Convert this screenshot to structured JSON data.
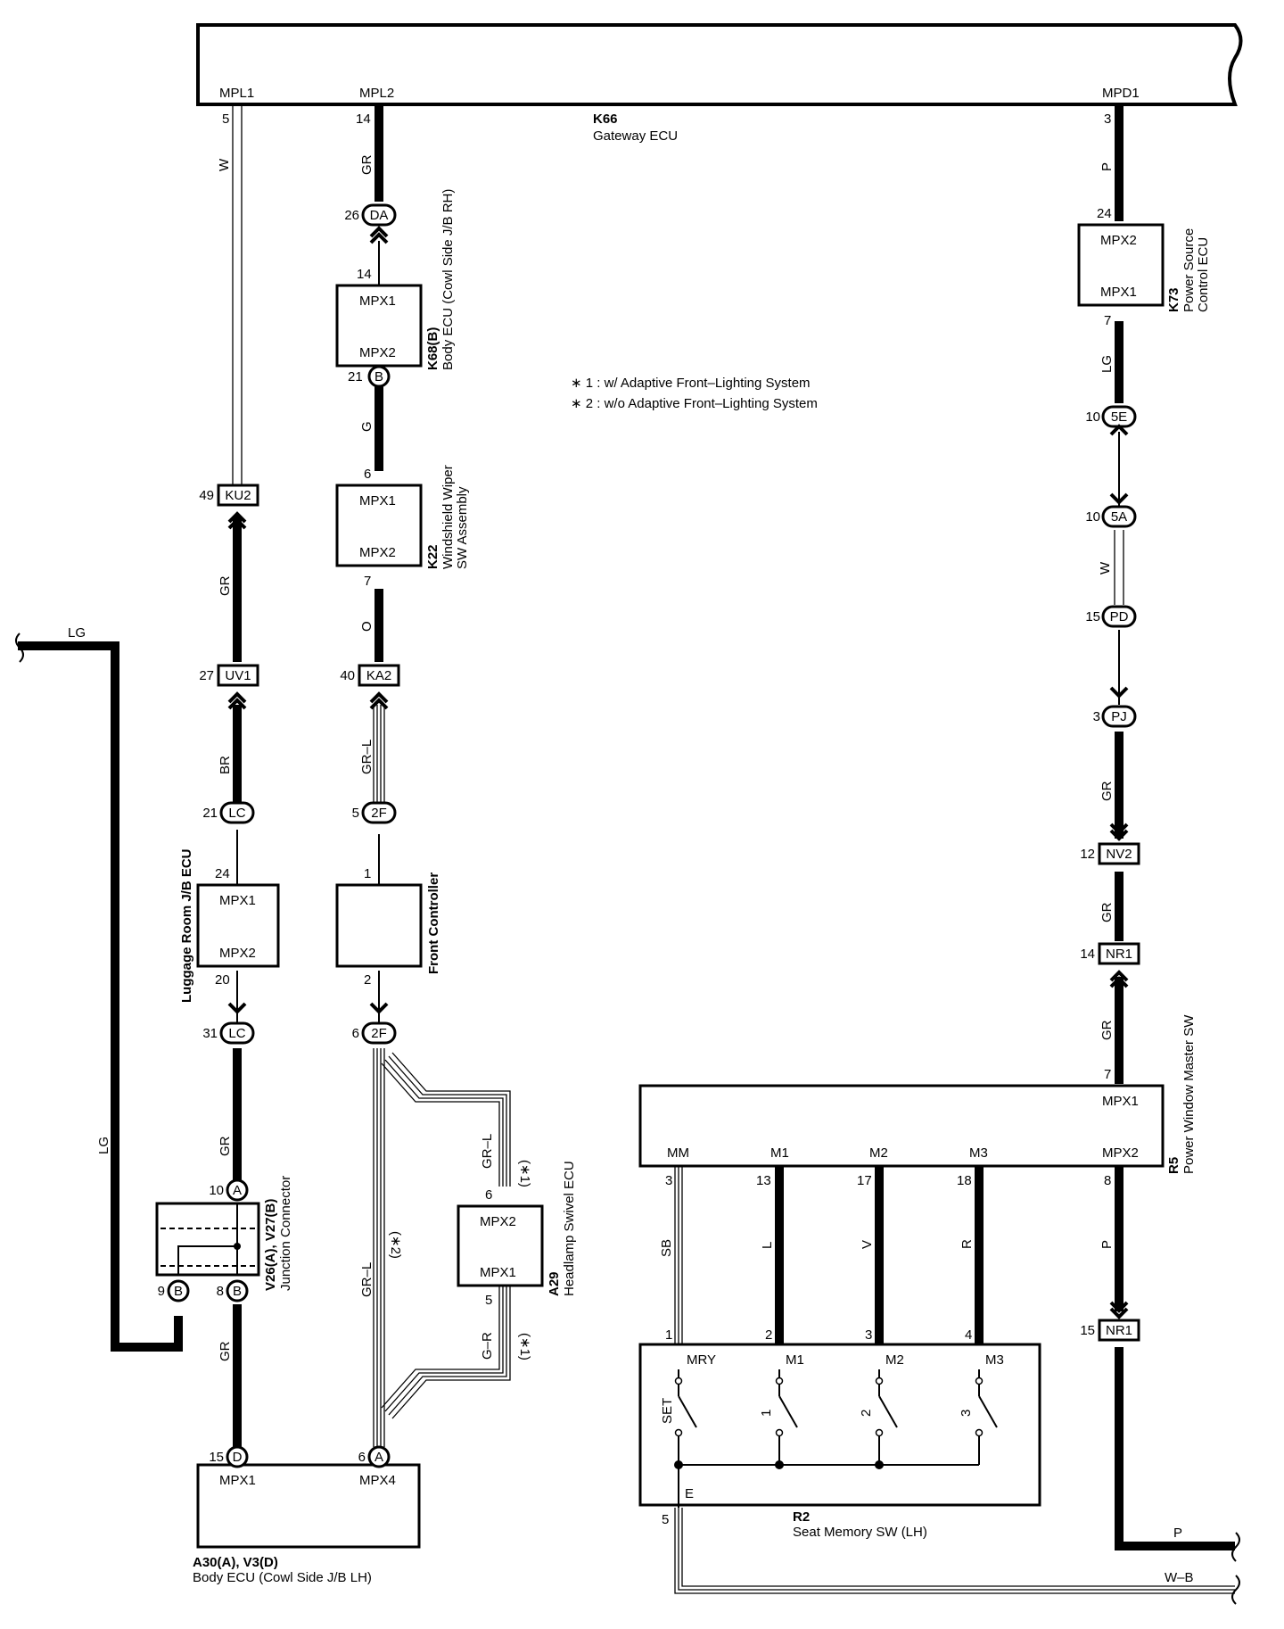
{
  "components": {
    "gateway": {
      "id": "K66",
      "name": "Gateway ECU",
      "ports": [
        "MPL1",
        "MPL2",
        "MPD1"
      ],
      "pins": [
        "5",
        "14",
        "3"
      ]
    },
    "body_ecu_rh": {
      "id": "K68(B)",
      "name": "Body ECU (Cowl Side J/B RH)",
      "top": "MPX1",
      "bottom": "MPX2",
      "pin_in": "14",
      "pin_out": "21"
    },
    "wiper_sw": {
      "id": "K22",
      "name": "Windshield Wiper",
      "name2": "SW Assembly",
      "top": "MPX1",
      "bottom": "MPX2",
      "pin_in": "6",
      "pin_out": "7"
    },
    "front_controller": {
      "name": "Front Controller",
      "pin_in": "1",
      "pin_out": "2"
    },
    "luggage_jb": {
      "name": "Luggage Room J/B ECU",
      "top": "MPX1",
      "bottom": "MPX2",
      "pin_in": "24",
      "pin_out": "20"
    },
    "junction": {
      "id": "V26(A), V27(B)",
      "name": "Junction Connector"
    },
    "headlamp_swivel": {
      "id": "A29",
      "name": "Headlamp Swivel ECU",
      "top": "MPX2",
      "bottom": "MPX1",
      "pin_top": "6",
      "pin_bottom": "5"
    },
    "body_ecu_lh": {
      "id": "A30(A), V3(D)",
      "name": "Body ECU (Cowl Side J/B LH)",
      "left": "MPX1",
      "right": "MPX4",
      "pin_left": "15",
      "pin_right": "6"
    },
    "power_source": {
      "id": "K73",
      "name": "Power Source",
      "name2": "Control ECU",
      "top": "MPX2",
      "bottom": "MPX1",
      "pin_in": "24",
      "pin_out": "7"
    },
    "pw_master": {
      "id": "R5",
      "name": "Power Window Master SW",
      "top_port": "MPX1",
      "top_pin": "7",
      "ports": [
        "MM",
        "M1",
        "M2",
        "M3",
        "MPX2"
      ],
      "pins": [
        "3",
        "13",
        "17",
        "18",
        "8"
      ]
    },
    "seat_memory": {
      "id": "R2",
      "name": "Seat Memory SW (LH)",
      "ports": [
        "MRY",
        "M1",
        "M2",
        "M3"
      ],
      "pins": [
        "1",
        "2",
        "3",
        "4"
      ],
      "switches": [
        "SET",
        "1",
        "2",
        "3"
      ],
      "ground": "E",
      "ground_pin": "5"
    }
  },
  "connectors": {
    "da": {
      "code": "DA",
      "pin": "26"
    },
    "b21": {
      "code": "B",
      "pin": "21"
    },
    "ku2": {
      "code": "KU2",
      "pin": "49"
    },
    "uv1": {
      "code": "UV1",
      "pin": "27"
    },
    "lc21": {
      "code": "LC",
      "pin": "21"
    },
    "lc31": {
      "code": "LC",
      "pin": "31"
    },
    "a10": {
      "code": "A",
      "pin": "10"
    },
    "b9": {
      "code": "B",
      "pin": "9"
    },
    "b8": {
      "code": "B",
      "pin": "8"
    },
    "d15": {
      "code": "D",
      "pin": "15"
    },
    "ka2": {
      "code": "KA2",
      "pin": "40"
    },
    "f2_5": {
      "code": "2F",
      "pin": "5"
    },
    "f2_6": {
      "code": "2F",
      "pin": "6"
    },
    "a6": {
      "code": "A",
      "pin": "6"
    },
    "e5": {
      "code": "5E",
      "pin": "10"
    },
    "a5": {
      "code": "5A",
      "pin": "10"
    },
    "pd": {
      "code": "PD",
      "pin": "15"
    },
    "pj": {
      "code": "PJ",
      "pin": "3"
    },
    "nv2": {
      "code": "NV2",
      "pin": "12"
    },
    "nr1a": {
      "code": "NR1",
      "pin": "14"
    },
    "nr1b": {
      "code": "NR1",
      "pin": "15"
    }
  },
  "wire_colors": {
    "w_mpl1": "W",
    "gr_mpl2": "GR",
    "g_b": "G",
    "o_k22": "O",
    "grl_ka2": "GR–L",
    "gr_ku2": "GR",
    "br_uv1": "BR",
    "gr_lc": "GR",
    "gr_jc": "GR",
    "lg_left": "LG",
    "lg_top": "LG",
    "grl_main": "GR–L",
    "grl_upper": "GR–L",
    "gr_lower": "G–R",
    "p_top": "P",
    "lg_k73": "LG",
    "w_5a": "W",
    "gr_pj": "GR",
    "gr_nv2": "GR",
    "gr_nr1": "GR",
    "sb": "SB",
    "l": "L",
    "v": "V",
    "r": "R",
    "p_r5": "P",
    "p_out": "P",
    "wb_out": "W–B"
  },
  "notes": {
    "n1": "∗ 1 : w/ Adaptive Front–Lighting System",
    "n2": "∗ 2 : w/o Adaptive Front–Lighting System",
    "s1": "(∗1)",
    "s2": "(∗2)",
    "s3": "(∗1)"
  },
  "colors": {
    "line": "#000000",
    "background": "#ffffff"
  }
}
